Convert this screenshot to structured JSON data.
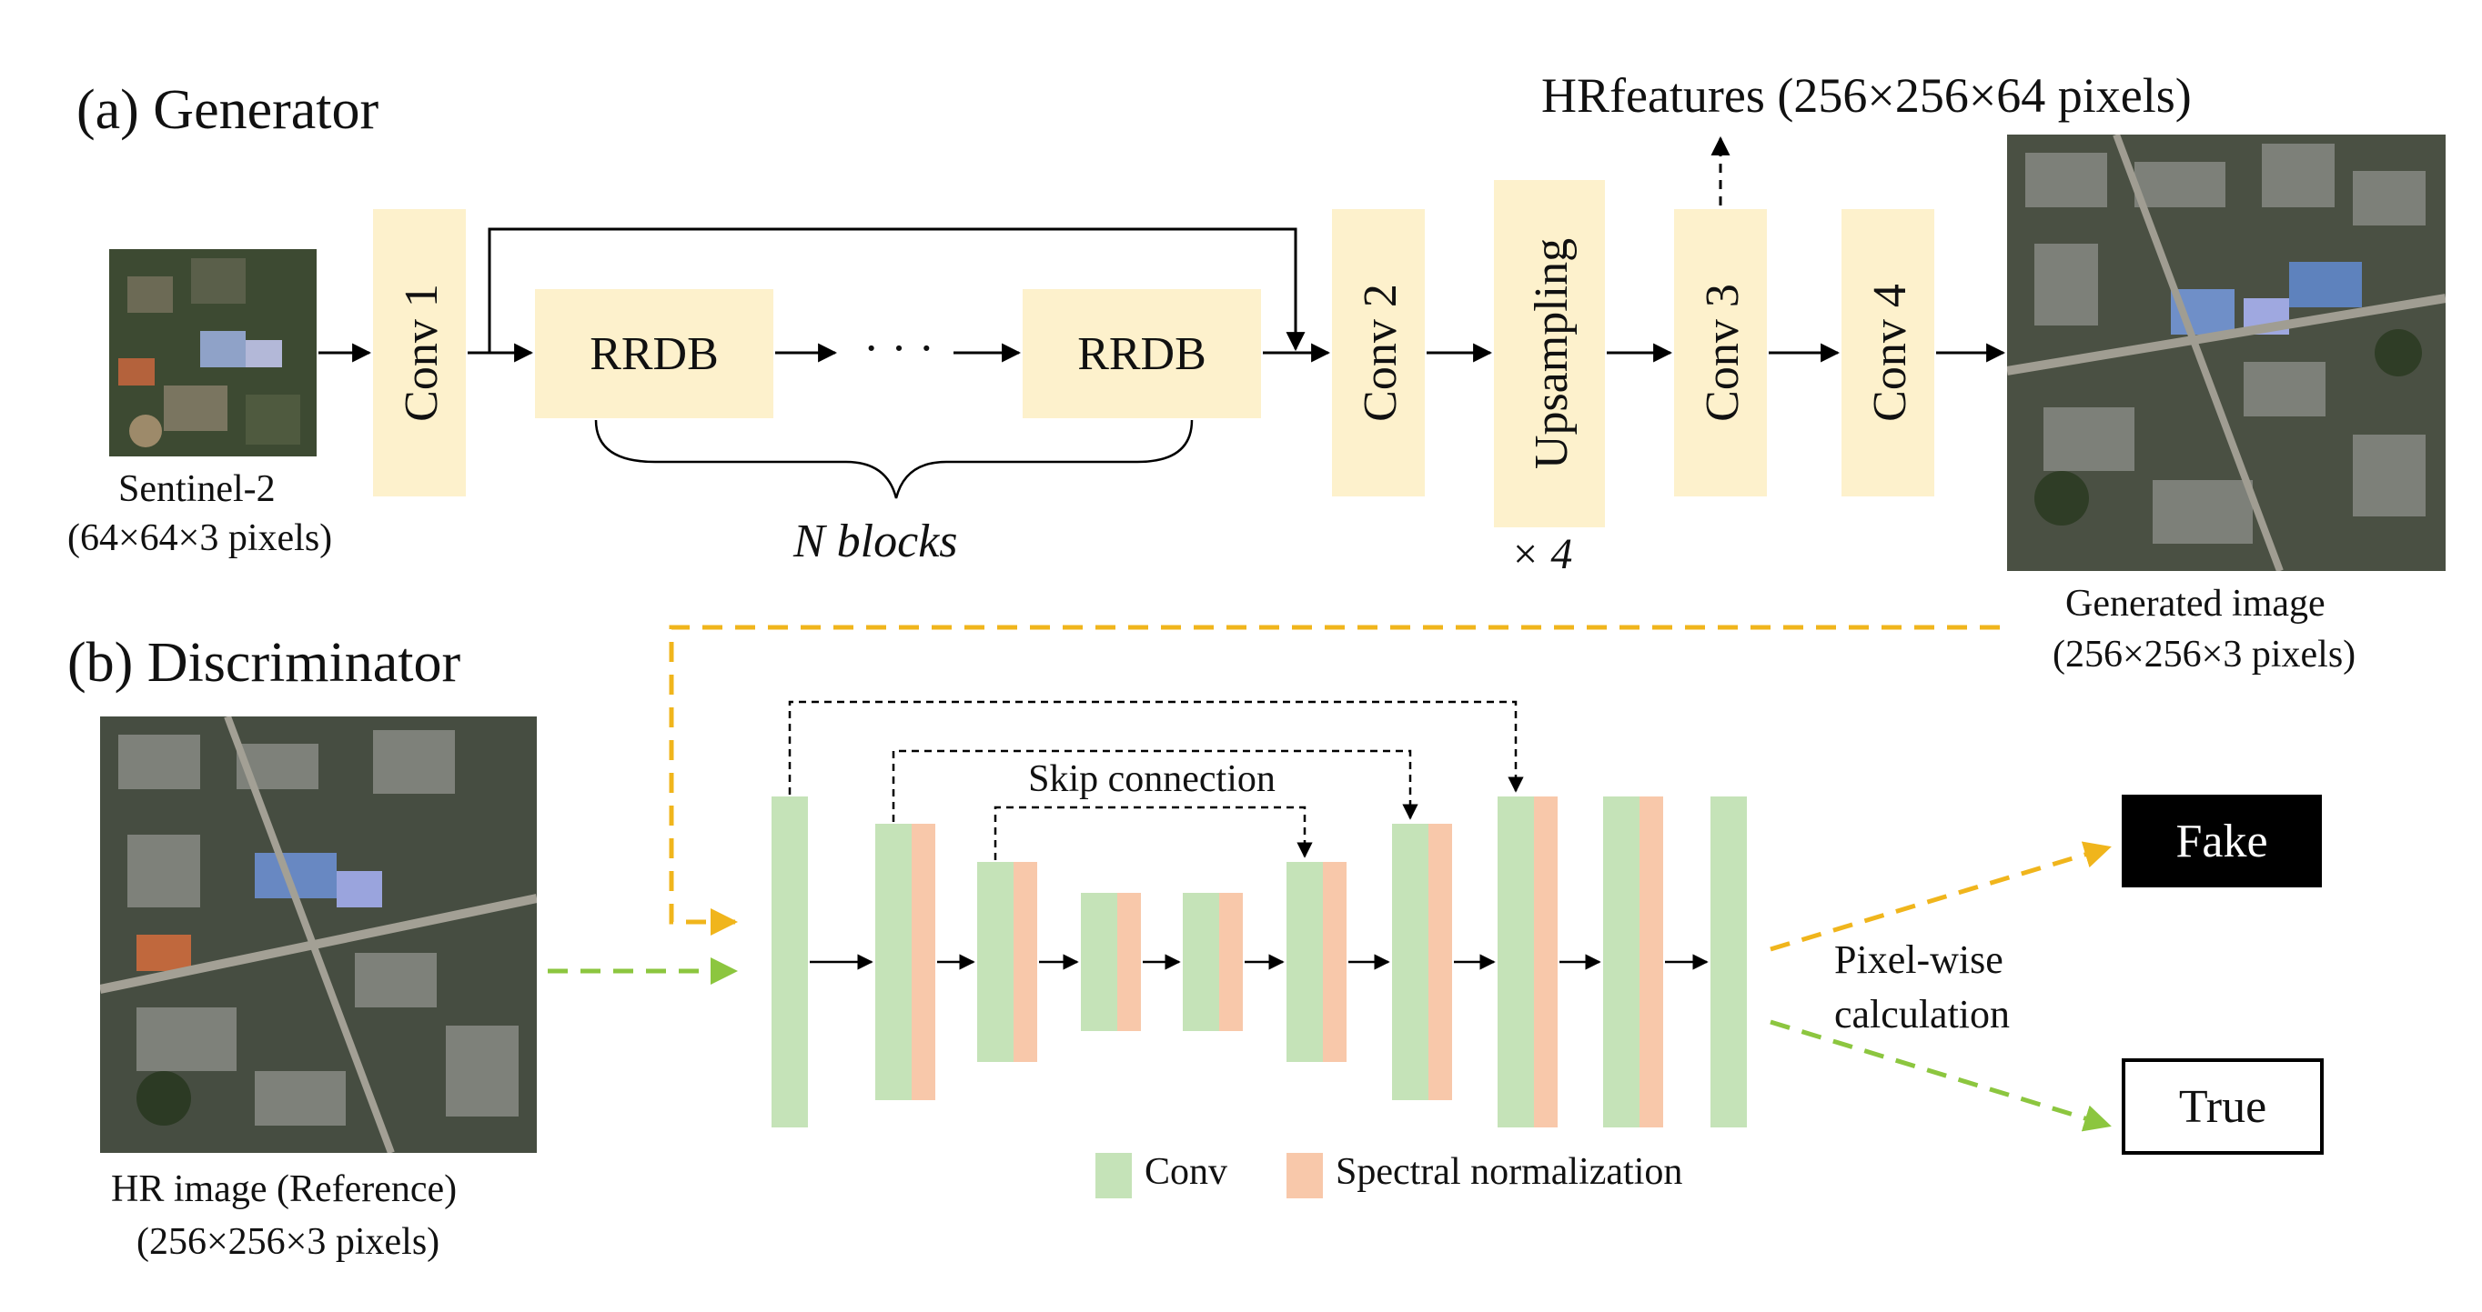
{
  "generator": {
    "title": "(a) Generator",
    "input_label": "Sentinel-2",
    "input_size": "(64×64×3 pixels)",
    "conv1": "Conv 1",
    "rrdb_first": "RRDB",
    "ellipsis": "· · ·",
    "rrdb_last": "RRDB",
    "n_blocks": "N blocks",
    "conv2": "Conv 2",
    "upsampling": "Upsampling",
    "upsampling_factor": "× 4",
    "conv3": "Conv 3",
    "conv4": "Conv 4",
    "hr_features": "HRfeatures (256×256×64 pixels)",
    "output_label": "Generated image",
    "output_size": "(256×256×3 pixels)"
  },
  "discriminator": {
    "title": "(b) Discriminator",
    "reference_label": "HR image (Reference)",
    "reference_size": "(256×256×3 pixels)",
    "skip_label": "Skip connection",
    "pixelwise_line1": "Pixel-wise",
    "pixelwise_line2": "calculation",
    "fake_label": "Fake",
    "true_label": "True",
    "legend_conv": "Conv",
    "legend_sn": "Spectral normalization"
  },
  "colors": {
    "block_fill": "#fdf1cc",
    "conv_green": "#c5e3b8",
    "spectral_orange": "#f8c8aa",
    "yellow_arrow": "#f0b51c",
    "green_arrow": "#8cc63f",
    "fake_box": "#000000"
  }
}
